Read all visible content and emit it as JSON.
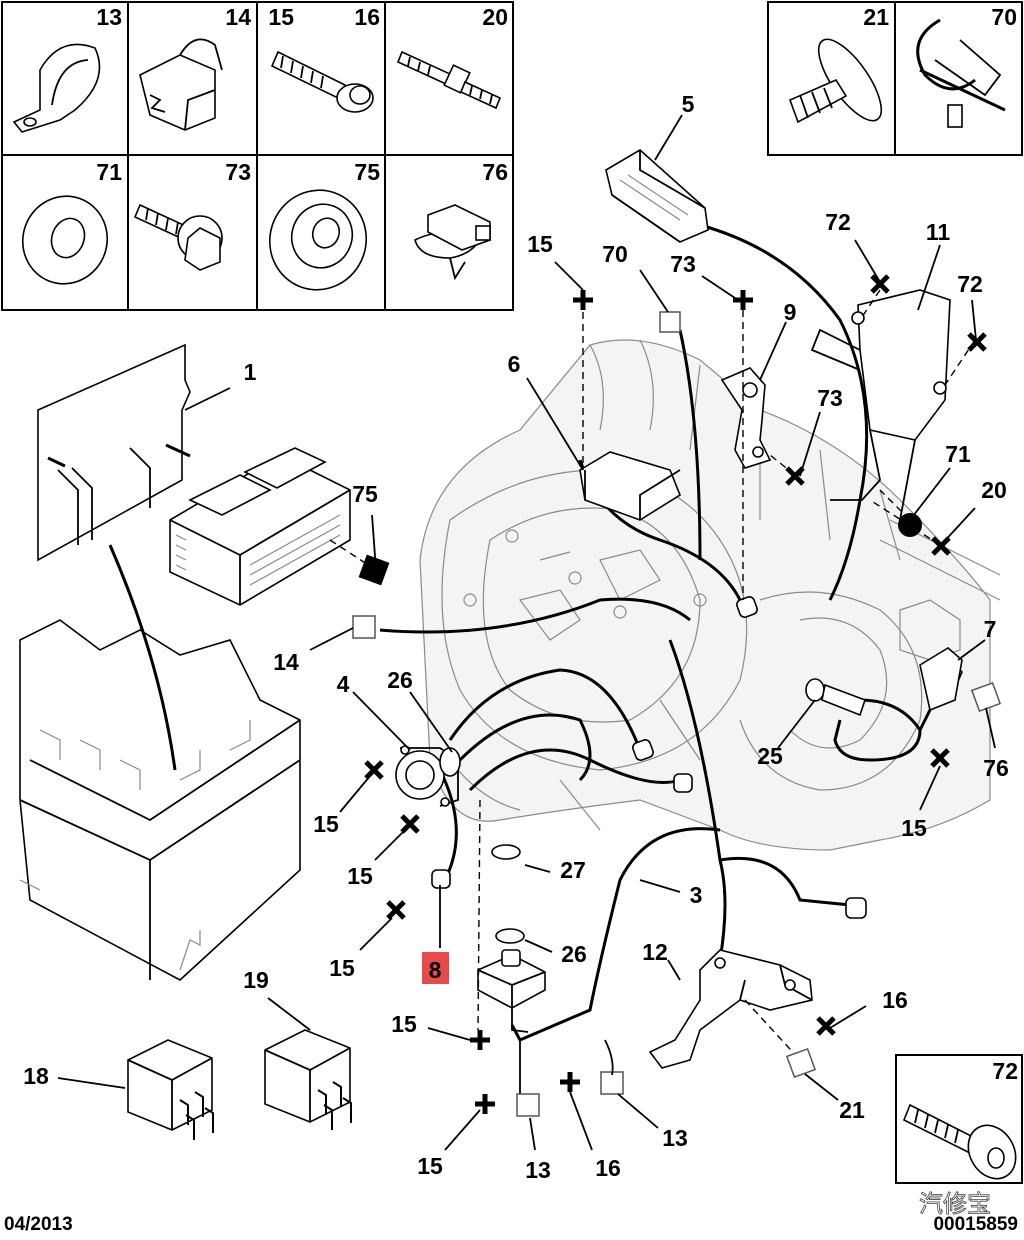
{
  "legend_top_left": [
    {
      "number": "13",
      "icon": "p-clamp-icon"
    },
    {
      "number": "14",
      "icon": "spring-clip-icon"
    },
    {
      "number": "15",
      "icon": "flange-bolt-icon"
    },
    {
      "number": "16",
      "icon": "flange-bolt-icon"
    },
    {
      "number": "20",
      "icon": "stud-icon"
    },
    {
      "number": "71",
      "icon": "washer-icon"
    },
    {
      "number": "73",
      "icon": "bolt-with-washer-icon"
    },
    {
      "number": "75",
      "icon": "grommet-icon"
    },
    {
      "number": "76",
      "icon": "cable-clip-icon"
    }
  ],
  "legend_top_right": [
    {
      "number": "21",
      "icon": "push-rivet-icon"
    },
    {
      "number": "70",
      "icon": "cable-tie-icon"
    }
  ],
  "legend_bottom_right": {
    "number": "72",
    "icon": "socket-screw-icon"
  },
  "callouts": {
    "c1": "1",
    "c3": "3",
    "c4": "4",
    "c5": "5",
    "c6": "6",
    "c7": "7",
    "c8": "8",
    "c9": "9",
    "c11": "11",
    "c12": "12",
    "c13a": "13",
    "c13b": "13",
    "c14": "14",
    "c15a": "15",
    "c15b": "15",
    "c15c": "15",
    "c15d": "15",
    "c15e": "15",
    "c15f": "15",
    "c15g": "15",
    "c16a": "16",
    "c16b": "16",
    "c18": "18",
    "c19": "19",
    "c20": "20",
    "c21": "21",
    "c25": "25",
    "c26a": "26",
    "c26b": "26",
    "c27": "27",
    "c70": "70",
    "c71": "71",
    "c72a": "72",
    "c72b": "72",
    "c73a": "73",
    "c73b": "73",
    "c75": "75",
    "c76": "76"
  },
  "highlight_color": "#e8494a",
  "footer": {
    "date": "04/2013",
    "reference": "00015859"
  },
  "watermark": "汽修宝"
}
